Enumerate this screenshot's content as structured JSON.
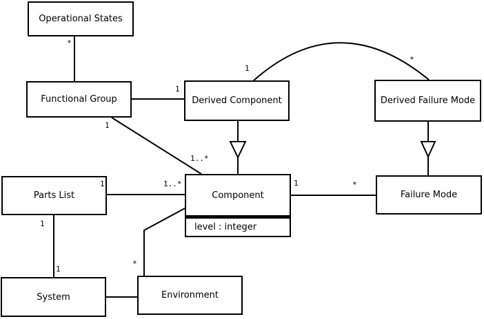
{
  "diagram": {
    "type": "uml-class-diagram",
    "background_color": "#ffffff",
    "line_color": "#000000",
    "text_color": "#000000",
    "nodes": {
      "operational_states": {
        "label": "Operational States"
      },
      "functional_group": {
        "label": "Functional Group"
      },
      "derived_component": {
        "label": "Derived Component"
      },
      "derived_failure_mode": {
        "label": "Derived Failure Mode"
      },
      "parts_list": {
        "label": "Parts List"
      },
      "component": {
        "label": "Component",
        "attribute": "level : integer"
      },
      "failure_mode": {
        "label": "Failure Mode"
      },
      "system": {
        "label": "System"
      },
      "environment": {
        "label": "Environment"
      }
    },
    "edges": [
      {
        "from": "Operational States",
        "to": "Functional Group",
        "type": "association",
        "label_a": "*"
      },
      {
        "from": "Functional Group",
        "to": "Derived Component",
        "type": "association",
        "label_b": "1"
      },
      {
        "from": "Derived Component",
        "to": "Derived Failure Mode",
        "type": "association-arc",
        "label_a": "1",
        "label_b": "*"
      },
      {
        "from": "Functional Group",
        "to": "Component",
        "type": "association",
        "label_a": "1",
        "label_b": "1..*"
      },
      {
        "from": "Derived Component",
        "to": "Component",
        "type": "generalization"
      },
      {
        "from": "Derived Failure Mode",
        "to": "Failure Mode",
        "type": "generalization"
      },
      {
        "from": "Component",
        "to": "Failure Mode",
        "type": "association",
        "label_a": "1",
        "label_b": "*"
      },
      {
        "from": "Parts List",
        "to": "Component",
        "type": "association",
        "label_a": "1",
        "label_b": "1..*"
      },
      {
        "from": "Parts List",
        "to": "System",
        "type": "association",
        "label_a": "1",
        "label_b": "1"
      },
      {
        "from": "System",
        "to": "Environment",
        "type": "association"
      },
      {
        "from": "Environment",
        "to": "Component",
        "type": "association",
        "label_a": "*"
      }
    ]
  }
}
